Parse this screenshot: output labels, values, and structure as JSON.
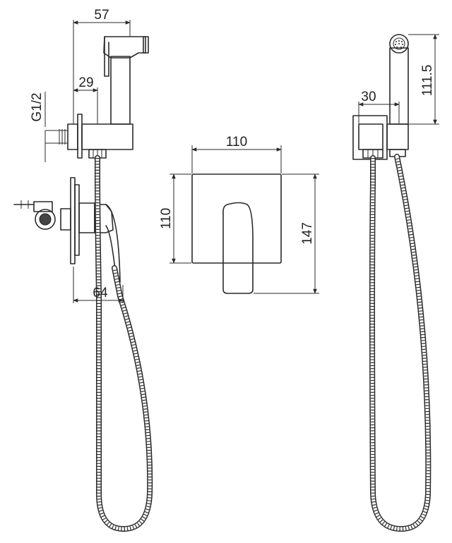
{
  "dimensions": {
    "d57": "57",
    "d29": "29",
    "thread": "G1/2",
    "d64": "64",
    "plate_width": "110",
    "plate_height": "110",
    "total_height": "147",
    "d30": "30",
    "d111_5": "111.5"
  },
  "views": [
    "side-view",
    "front-view",
    "rear-side-view"
  ]
}
